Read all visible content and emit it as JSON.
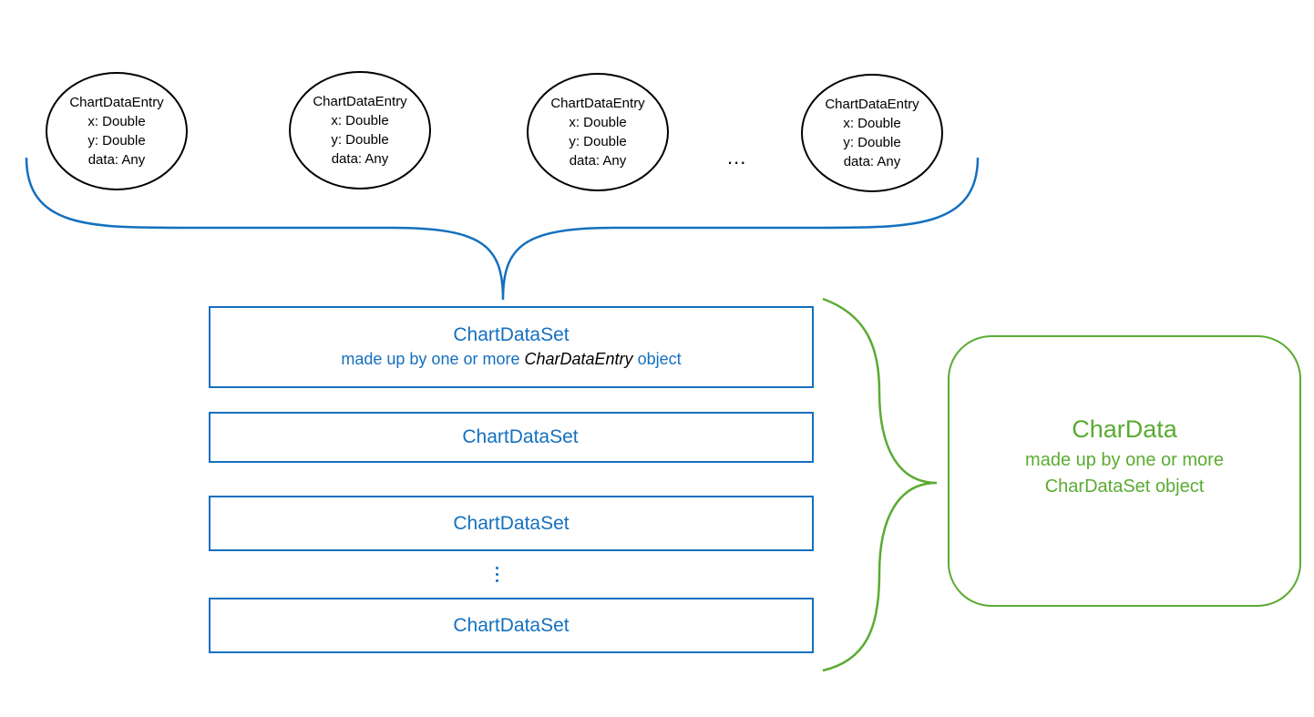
{
  "entries": [
    {
      "name": "ChartDataEntry",
      "x": "x: Double",
      "y": "y: Double",
      "data": "data: Any"
    },
    {
      "name": "ChartDataEntry",
      "x": "x: Double",
      "y": "y: Double",
      "data": "data: Any"
    },
    {
      "name": "ChartDataEntry",
      "x": "x: Double",
      "y": "y: Double",
      "data": "data: Any"
    },
    {
      "name": "ChartDataEntry",
      "x": "x: Double",
      "y": "y: Double",
      "data": "data: Any"
    }
  ],
  "entries_ellipsis": "...",
  "datasets": [
    {
      "title": "ChartDataSet",
      "subtitle_pre": "made up by one or more ",
      "subtitle_italic": "CharDataEntry",
      "subtitle_post": " object"
    },
    {
      "title": "ChartDataSet"
    },
    {
      "title": "ChartDataSet"
    },
    {
      "title": "ChartDataSet"
    }
  ],
  "chardata": {
    "title": "CharData",
    "sub_line1": "made up by one or more",
    "sub_line2": "CharDataSet object"
  },
  "colors": {
    "entry_border": "#000000",
    "dataset_blue": "#1470bf",
    "chardata_green": "#5aab32"
  }
}
